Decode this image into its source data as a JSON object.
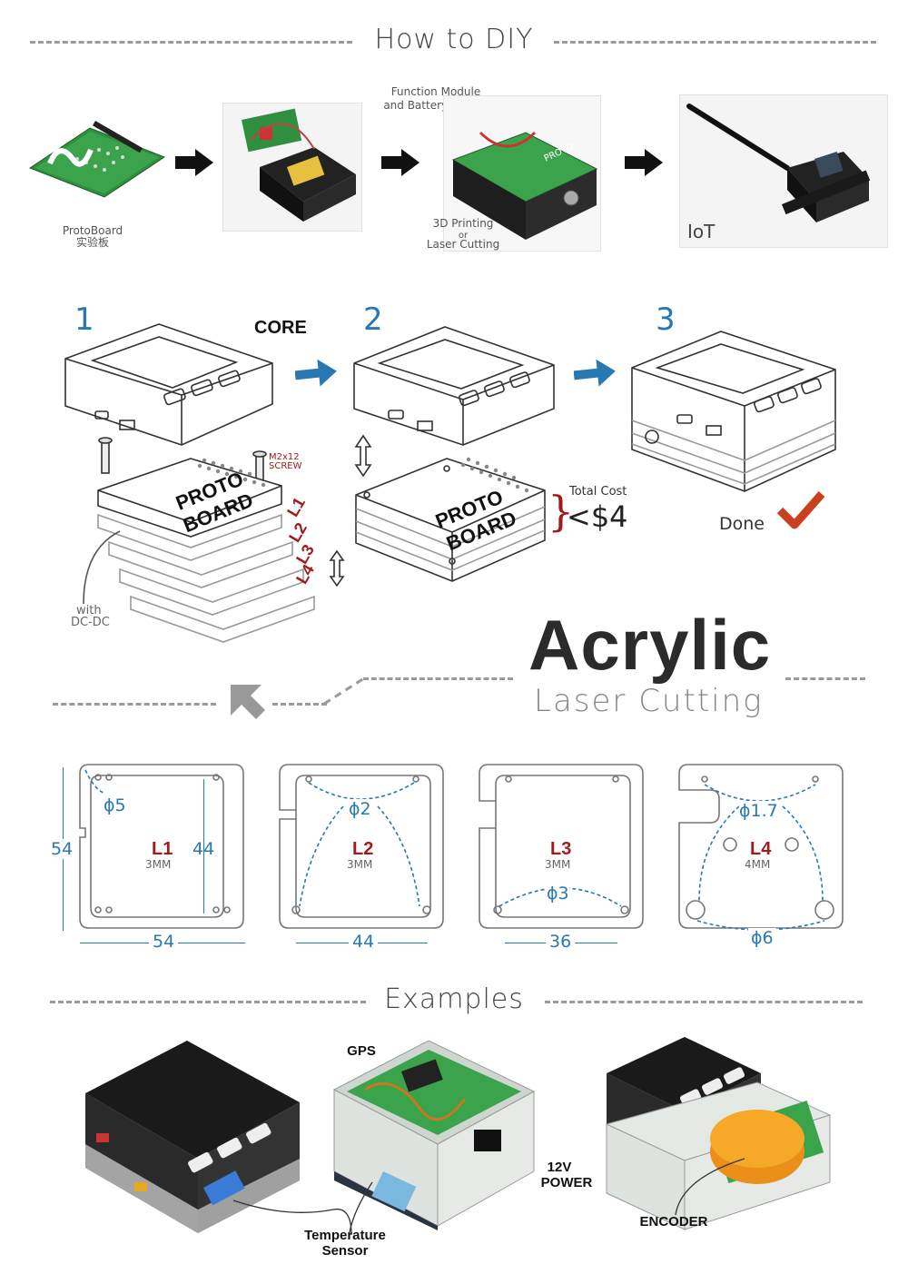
{
  "sections": {
    "how_to": "How to DIY",
    "examples": "Examples"
  },
  "top_row": {
    "protoboard_en": "ProtoBoard",
    "protoboard_cn": "实验板",
    "function_module": "Function Module",
    "battery_inside": "and Battery Inside",
    "printing_1": "3D Printing",
    "printing_or": "or",
    "printing_2": "Laser Cutting",
    "iot": "IoT",
    "proto_silk": "PROTO"
  },
  "steps": {
    "s1": "1",
    "s2": "2",
    "s3": "3",
    "core": "CORE",
    "screw_1": "M2x12",
    "screw_2": "SCREW",
    "with": "with",
    "dcdc": "DC-DC",
    "layers": [
      "L1",
      "L2",
      "L3",
      "L4"
    ],
    "board_1": "PROTO",
    "board_2": "BOARD",
    "total_cost": "Total Cost",
    "cost": "<$4",
    "done": "Done"
  },
  "acrylic": {
    "title": "Acrylic",
    "subtitle": "Laser Cutting"
  },
  "plates": [
    {
      "name": "L1",
      "thick": "3MM",
      "hole": "ϕ5",
      "width": "54",
      "height": "54",
      "inner": "44"
    },
    {
      "name": "L2",
      "thick": "3MM",
      "hole": "ϕ2",
      "width": "44"
    },
    {
      "name": "L3",
      "thick": "3MM",
      "hole": "ϕ3",
      "width": "36"
    },
    {
      "name": "L4",
      "thick": "4MM",
      "hole": "ϕ1.7",
      "hole2": "ϕ6"
    }
  ],
  "examples": {
    "gps": "GPS",
    "power_1": "12V",
    "power_2": "POWER",
    "temp_1": "Temperature",
    "temp_2": "Sensor",
    "encoder": "ENCODER"
  },
  "colors": {
    "accent_blue": "#2878b3",
    "accent_red": "#a01c1c",
    "check_red": "#c8401e"
  }
}
